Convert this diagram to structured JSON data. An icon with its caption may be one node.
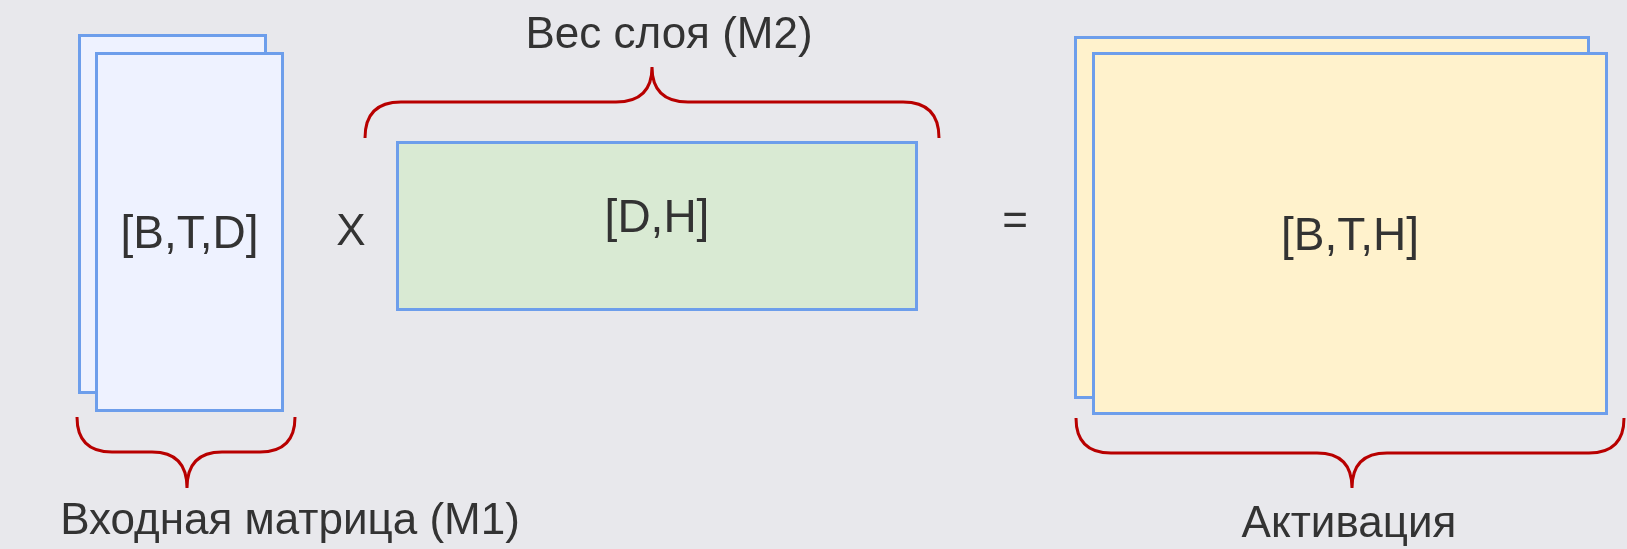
{
  "diagram": {
    "nodes": [
      {
        "text": [
          "[B,T,D]"
        ]
      },
      {
        "text": [
          "[D,H]"
        ]
      },
      {
        "text": [
          "[B,T,H]"
        ]
      }
    ],
    "labels": [
      "Вес слоя (M2)",
      "X",
      "=",
      "Входная матрица (M1)",
      "Активация"
    ]
  }
}
